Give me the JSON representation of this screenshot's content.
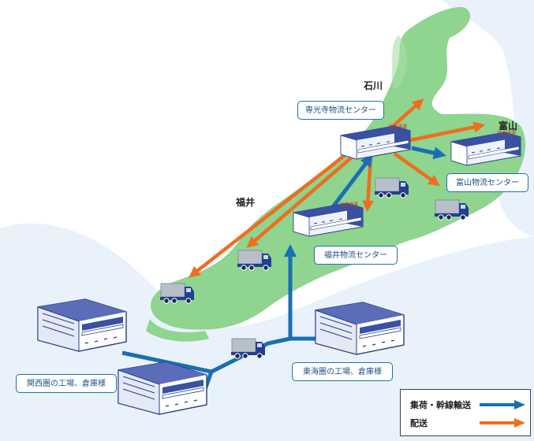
{
  "prefectures": {
    "ishikawa": "石川",
    "toyama": "富山",
    "fukui": "福井"
  },
  "centers": {
    "senkoji": "専光寺物流センター",
    "toyama": "富山物流センター",
    "fukui": "福井物流センター"
  },
  "sources": {
    "kansai": "関西圏の工場、倉庫様",
    "tokai": "東海圏の工場、倉庫様"
  },
  "warehouse_sign": "日本通運",
  "legend": {
    "collection": "集荷・幹線輸送",
    "delivery": "配送"
  },
  "colors": {
    "land": "#8fd48f",
    "sea": "#e9f1fb",
    "blue_arrow": "#1a6fb2",
    "orange_arrow": "#ef6d1f",
    "label_border": "#1f6fb5"
  }
}
